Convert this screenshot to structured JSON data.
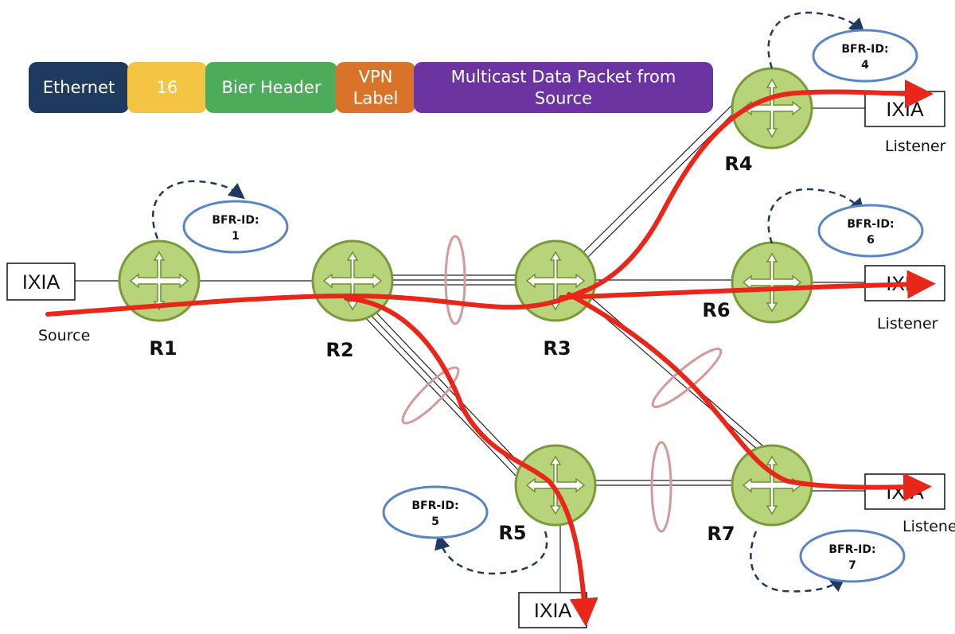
{
  "header": [
    {
      "text": [
        "Ethernet"
      ],
      "color": "#1f3a5f"
    },
    {
      "text": [
        "16"
      ],
      "color": "#f4c542"
    },
    {
      "text": [
        "Bier Header"
      ],
      "color": "#4cac5a"
    },
    {
      "text": [
        "VPN",
        "Label"
      ],
      "color": "#d9732a"
    },
    {
      "text": [
        "Multicast Data Packet from",
        "Source"
      ],
      "color": "#6b34a0"
    }
  ],
  "routers": [
    {
      "id": "r1",
      "label": "R1"
    },
    {
      "id": "r2",
      "label": "R2"
    },
    {
      "id": "r3",
      "label": "R3"
    },
    {
      "id": "r4",
      "label": "R4"
    },
    {
      "id": "r5",
      "label": "R5"
    },
    {
      "id": "r6",
      "label": "R6"
    },
    {
      "id": "r7",
      "label": "R7"
    }
  ],
  "bfr_ids": [
    {
      "router": "r1",
      "title": "BFR-ID:",
      "value": "1"
    },
    {
      "router": "r4",
      "title": "BFR-ID:",
      "value": "4"
    },
    {
      "router": "r6",
      "title": "BFR-ID:",
      "value": "6"
    },
    {
      "router": "r5",
      "title": "BFR-ID:",
      "value": "5"
    },
    {
      "router": "r7",
      "title": "BFR-ID:",
      "value": "7"
    }
  ],
  "ixia_boxes": [
    {
      "id": "source",
      "label": "IXIA",
      "role": "Source"
    },
    {
      "id": "r4",
      "label": "IXIA",
      "role": "Listener"
    },
    {
      "id": "r6",
      "label": "IXIA",
      "role": "Listener"
    },
    {
      "id": "r7",
      "label": "IXIA",
      "role": "Listener"
    },
    {
      "id": "r5",
      "label": "IXIA",
      "role": ""
    }
  ],
  "colors": {
    "router_fill": "#b8d47a",
    "router_stroke": "#7a9a3a",
    "flow": "#e8261a",
    "bfr_ellipse": "#5b84c4",
    "dash": "#1f3a5f",
    "lag": "#d49a9a"
  }
}
